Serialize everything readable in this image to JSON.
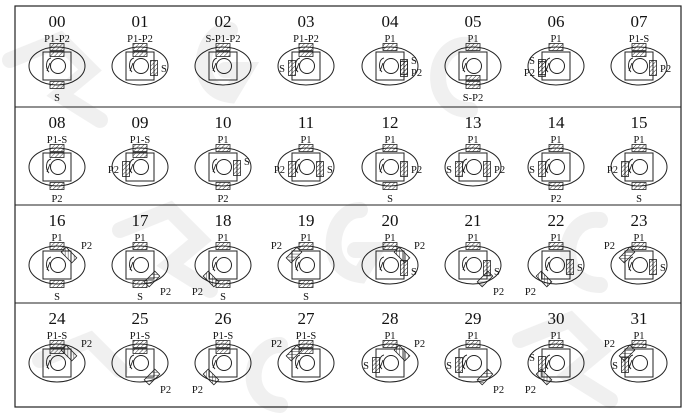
{
  "cells": [
    {
      "num": "00",
      "labels": [
        {
          "pos": "top",
          "text": "P1-P2"
        },
        {
          "pos": "bottom",
          "text": "S"
        }
      ]
    },
    {
      "num": "01",
      "labels": [
        {
          "pos": "top",
          "text": "P1-P2"
        },
        {
          "pos": "right",
          "text": "S"
        }
      ]
    },
    {
      "num": "02",
      "labels": [
        {
          "pos": "top",
          "text": "S-P1-P2"
        }
      ]
    },
    {
      "num": "03",
      "labels": [
        {
          "pos": "top",
          "text": "P1-P2"
        },
        {
          "pos": "left",
          "text": "S"
        }
      ]
    },
    {
      "num": "04",
      "labels": [
        {
          "pos": "top",
          "text": "P1"
        },
        {
          "pos": "right-upper",
          "text": "S"
        },
        {
          "pos": "right-lower",
          "text": "P2"
        }
      ]
    },
    {
      "num": "05",
      "labels": [
        {
          "pos": "top",
          "text": "P1"
        },
        {
          "pos": "bottom",
          "text": "S-P2"
        }
      ]
    },
    {
      "num": "06",
      "labels": [
        {
          "pos": "top",
          "text": "P1"
        },
        {
          "pos": "left-upper",
          "text": "S"
        },
        {
          "pos": "left-lower",
          "text": "P2"
        }
      ]
    },
    {
      "num": "07",
      "labels": [
        {
          "pos": "top",
          "text": "P1-S"
        },
        {
          "pos": "right",
          "text": "P2"
        }
      ]
    },
    {
      "num": "08",
      "labels": [
        {
          "pos": "top",
          "text": "P1-S"
        },
        {
          "pos": "bottom",
          "text": "P2"
        }
      ]
    },
    {
      "num": "09",
      "labels": [
        {
          "pos": "top",
          "text": "P1-S"
        },
        {
          "pos": "left",
          "text": "P2"
        }
      ]
    },
    {
      "num": "10",
      "labels": [
        {
          "pos": "top",
          "text": "P1"
        },
        {
          "pos": "right-upper",
          "text": "S"
        },
        {
          "pos": "bottom",
          "text": "P2"
        }
      ]
    },
    {
      "num": "11",
      "labels": [
        {
          "pos": "top",
          "text": "P1"
        },
        {
          "pos": "left",
          "text": "P2"
        },
        {
          "pos": "right",
          "text": "S"
        }
      ]
    },
    {
      "num": "12",
      "labels": [
        {
          "pos": "top",
          "text": "P1"
        },
        {
          "pos": "right",
          "text": "P2"
        },
        {
          "pos": "bottom",
          "text": "S"
        }
      ]
    },
    {
      "num": "13",
      "labels": [
        {
          "pos": "top",
          "text": "P1"
        },
        {
          "pos": "left",
          "text": "S"
        },
        {
          "pos": "right",
          "text": "P2"
        }
      ]
    },
    {
      "num": "14",
      "labels": [
        {
          "pos": "top",
          "text": "P1"
        },
        {
          "pos": "left",
          "text": "S"
        },
        {
          "pos": "bottom",
          "text": "P2"
        }
      ]
    },
    {
      "num": "15",
      "labels": [
        {
          "pos": "top",
          "text": "P1"
        },
        {
          "pos": "left",
          "text": "P2"
        },
        {
          "pos": "bottom",
          "text": "S"
        }
      ]
    },
    {
      "num": "16",
      "labels": [
        {
          "pos": "top",
          "text": "P1"
        },
        {
          "pos": "diag-ur",
          "text": "P2"
        },
        {
          "pos": "bottom",
          "text": "S"
        }
      ]
    },
    {
      "num": "17",
      "labels": [
        {
          "pos": "top",
          "text": "P1"
        },
        {
          "pos": "diag-lr",
          "text": "P2"
        },
        {
          "pos": "bottom",
          "text": "S"
        }
      ]
    },
    {
      "num": "18",
      "labels": [
        {
          "pos": "top",
          "text": "P1"
        },
        {
          "pos": "diag-ll",
          "text": "P2"
        },
        {
          "pos": "bottom",
          "text": "S"
        }
      ]
    },
    {
      "num": "19",
      "labels": [
        {
          "pos": "top",
          "text": "P1"
        },
        {
          "pos": "diag-ul",
          "text": "P2"
        },
        {
          "pos": "bottom",
          "text": "S"
        }
      ]
    },
    {
      "num": "20",
      "labels": [
        {
          "pos": "top",
          "text": "P1"
        },
        {
          "pos": "diag-ur",
          "text": "P2"
        },
        {
          "pos": "right-lower",
          "text": "S"
        }
      ]
    },
    {
      "num": "21",
      "labels": [
        {
          "pos": "top",
          "text": "P1"
        },
        {
          "pos": "right-lower",
          "text": "S"
        },
        {
          "pos": "diag-lr",
          "text": "P2"
        }
      ]
    },
    {
      "num": "22",
      "labels": [
        {
          "pos": "top",
          "text": "P1"
        },
        {
          "pos": "right",
          "text": "S"
        },
        {
          "pos": "diag-ll",
          "text": "P2"
        }
      ]
    },
    {
      "num": "23",
      "labels": [
        {
          "pos": "top",
          "text": "P1"
        },
        {
          "pos": "diag-ul",
          "text": "P2"
        },
        {
          "pos": "right",
          "text": "S"
        }
      ]
    },
    {
      "num": "24",
      "labels": [
        {
          "pos": "top",
          "text": "P1-S"
        },
        {
          "pos": "diag-ur",
          "text": "P2"
        }
      ]
    },
    {
      "num": "25",
      "labels": [
        {
          "pos": "top",
          "text": "P1-S"
        },
        {
          "pos": "diag-lr",
          "text": "P2"
        }
      ]
    },
    {
      "num": "26",
      "labels": [
        {
          "pos": "top",
          "text": "P1-S"
        },
        {
          "pos": "diag-ll",
          "text": "P2"
        }
      ]
    },
    {
      "num": "27",
      "labels": [
        {
          "pos": "top",
          "text": "P1-S"
        },
        {
          "pos": "diag-ul",
          "text": "P2"
        }
      ]
    },
    {
      "num": "28",
      "labels": [
        {
          "pos": "top",
          "text": "P1"
        },
        {
          "pos": "diag-ur",
          "text": "P2"
        },
        {
          "pos": "left",
          "text": "S"
        }
      ]
    },
    {
      "num": "29",
      "labels": [
        {
          "pos": "top",
          "text": "P1"
        },
        {
          "pos": "left",
          "text": "S"
        },
        {
          "pos": "diag-lr",
          "text": "P2"
        }
      ]
    },
    {
      "num": "30",
      "labels": [
        {
          "pos": "top",
          "text": "P1"
        },
        {
          "pos": "left-upper",
          "text": "S"
        },
        {
          "pos": "diag-ll",
          "text": "P2"
        }
      ]
    },
    {
      "num": "31",
      "labels": [
        {
          "pos": "top",
          "text": "P1"
        },
        {
          "pos": "diag-ul",
          "text": "P2"
        },
        {
          "pos": "left",
          "text": "S"
        }
      ]
    }
  ]
}
